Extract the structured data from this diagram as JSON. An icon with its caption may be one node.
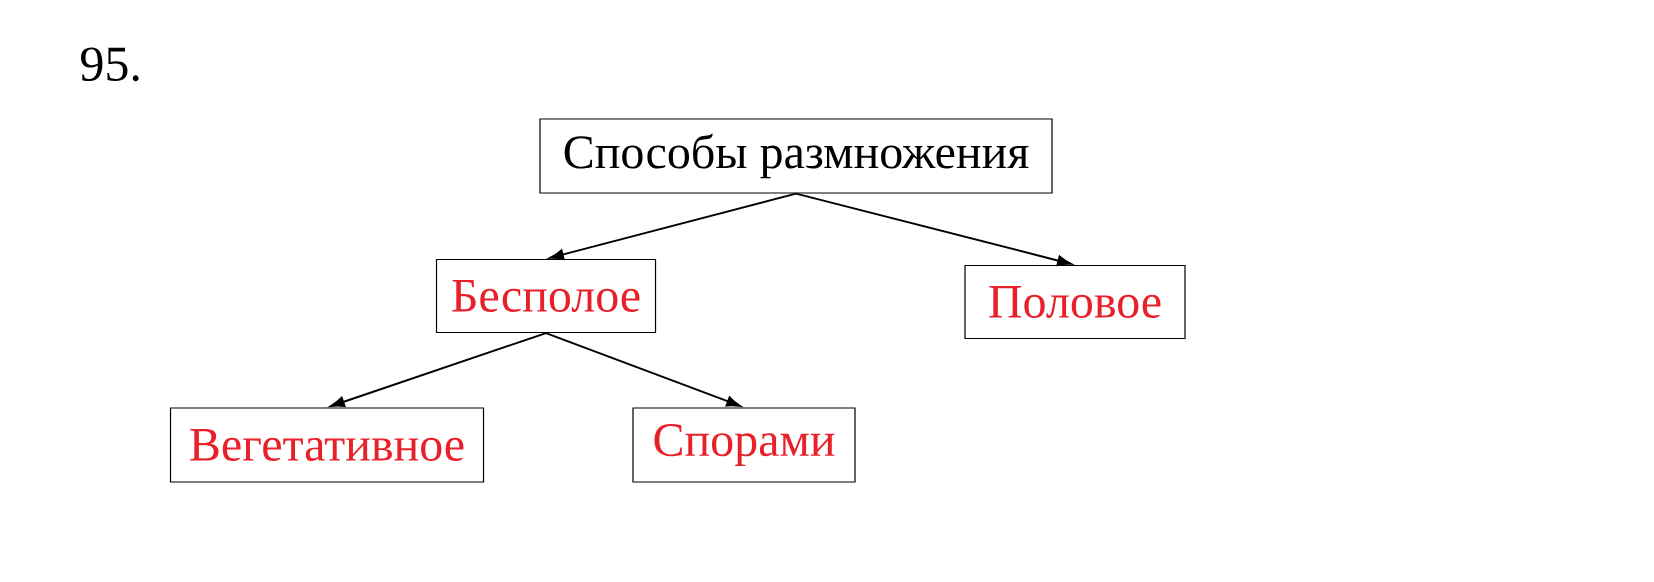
{
  "diagram": {
    "nodes": [
      {
        "text": [
          "Способы размножения"
        ]
      },
      {
        "text": [
          "Бесполое"
        ]
      },
      {
        "text": [
          "Половое"
        ]
      },
      {
        "text": [
          "Вегетативное"
        ]
      },
      {
        "text": [
          "Спорами"
        ]
      }
    ],
    "edges": [
      {
        "from": 0,
        "to": 1,
        "arrow": "to"
      },
      {
        "from": 0,
        "to": 2,
        "arrow": "to"
      },
      {
        "from": 1,
        "to": 3,
        "arrow": "to"
      },
      {
        "from": 1,
        "to": 4,
        "arrow": "to"
      }
    ],
    "labels": [
      "95."
    ]
  }
}
